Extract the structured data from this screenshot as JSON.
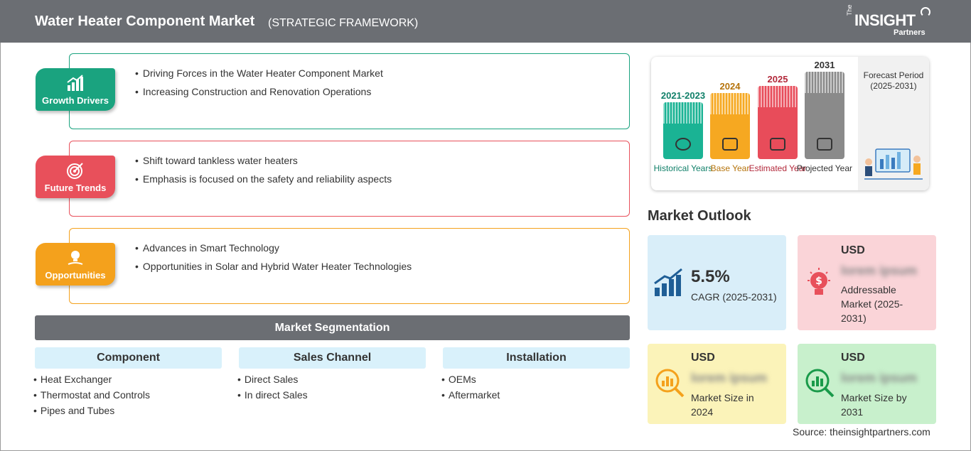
{
  "header": {
    "title": "Water Heater Component Market",
    "subtitle": "(STRATEGIC FRAMEWORK)"
  },
  "logo": {
    "the": "The",
    "main": "INSIGHT",
    "sub": "Partners"
  },
  "sections": [
    {
      "label": "Growth Drivers",
      "color": "#1aa37f",
      "icon": "growth-chart-icon",
      "items": [
        "Driving Forces in the Water Heater Component Market",
        "Increasing Construction and Renovation Operations"
      ]
    },
    {
      "label": "Future Trends",
      "color": "#e8505b",
      "icon": "target-icon",
      "items": [
        "Shift toward tankless water heaters",
        "Emphasis is focused on the safety and reliability aspects"
      ]
    },
    {
      "label": "Opportunities",
      "color": "#f4a11c",
      "icon": "lightbulb-hand-icon",
      "items": [
        "Advances in Smart Technology",
        "Opportunities in Solar and Hybrid Water Heater Technologies"
      ]
    }
  ],
  "segmentation": {
    "title": "Market Segmentation",
    "groups": [
      {
        "name": "Component",
        "items": [
          "Heat Exchanger",
          "Thermostat and Controls",
          "Pipes and Tubes"
        ]
      },
      {
        "name": "Sales Channel",
        "items": [
          "Direct Sales",
          "In direct Sales"
        ]
      },
      {
        "name": "Installation",
        "items": [
          "OEMs",
          "Aftermarket"
        ]
      }
    ]
  },
  "timeline": {
    "columns": [
      {
        "year": "2021-2023",
        "caption": "Historical Years",
        "color": "#1ab394",
        "text_color": "#0f7f68"
      },
      {
        "year": "2024",
        "caption": "Base Year",
        "color": "#f6a821",
        "text_color": "#b5730b"
      },
      {
        "year": "2025",
        "caption": "Estimated Year",
        "color": "#e84c5a",
        "text_color": "#b2283a"
      },
      {
        "year": "2031",
        "caption": "Projected Year",
        "color": "#8a8a8a",
        "text_color": "#333333"
      }
    ],
    "forecast": "Forecast Period (2025-2031)"
  },
  "outlook": {
    "title": "Market Outlook",
    "cagr": {
      "value": "5.5%",
      "label": "CAGR (2025-2031)",
      "bg": "#d9eef9"
    },
    "addressable": {
      "currency": "USD",
      "value": "lorem ipsum",
      "label": "Addressable Market (2025-2031)",
      "bg": "#fad4d8"
    },
    "size_2024": {
      "currency": "USD",
      "value": "lorem ipsum",
      "label": "Market Size in 2024",
      "bg": "#fbf3b9"
    },
    "size_2031": {
      "currency": "USD",
      "value": "lorem ipsum",
      "label": "Market Size by 2031",
      "bg": "#c8f0cc"
    }
  },
  "source": "Source: theinsightpartners.com"
}
